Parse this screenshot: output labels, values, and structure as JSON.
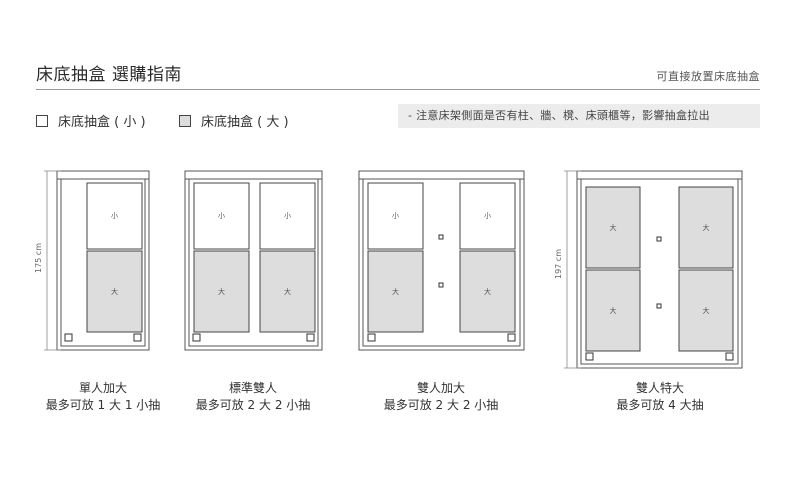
{
  "header": {
    "title": "床底抽盒 選購指南",
    "subtitle": "可直接放置床底抽盒"
  },
  "legend": {
    "small_label": "床底抽盒 ( 小 )",
    "large_label": "床底抽盒 ( 大 )"
  },
  "note": "- 注意床架側面是否有柱、牆、櫈、床頭櫃等，影響抽盒拉出",
  "dimensions": {
    "height_small_bed": "175 cm",
    "height_king_bed": "197 cm"
  },
  "drawer_labels": {
    "small": "小",
    "large": "大"
  },
  "beds": [
    {
      "name": "單人加大",
      "capacity": "最多可放 1 大 1 小抽"
    },
    {
      "name": "標準雙人",
      "capacity": "最多可放 2 大 2 小抽"
    },
    {
      "name": "雙人加大",
      "capacity": "最多可放 2 大 2 小抽"
    },
    {
      "name": "雙人特大",
      "capacity": "最多可放 4 大抽"
    }
  ]
}
